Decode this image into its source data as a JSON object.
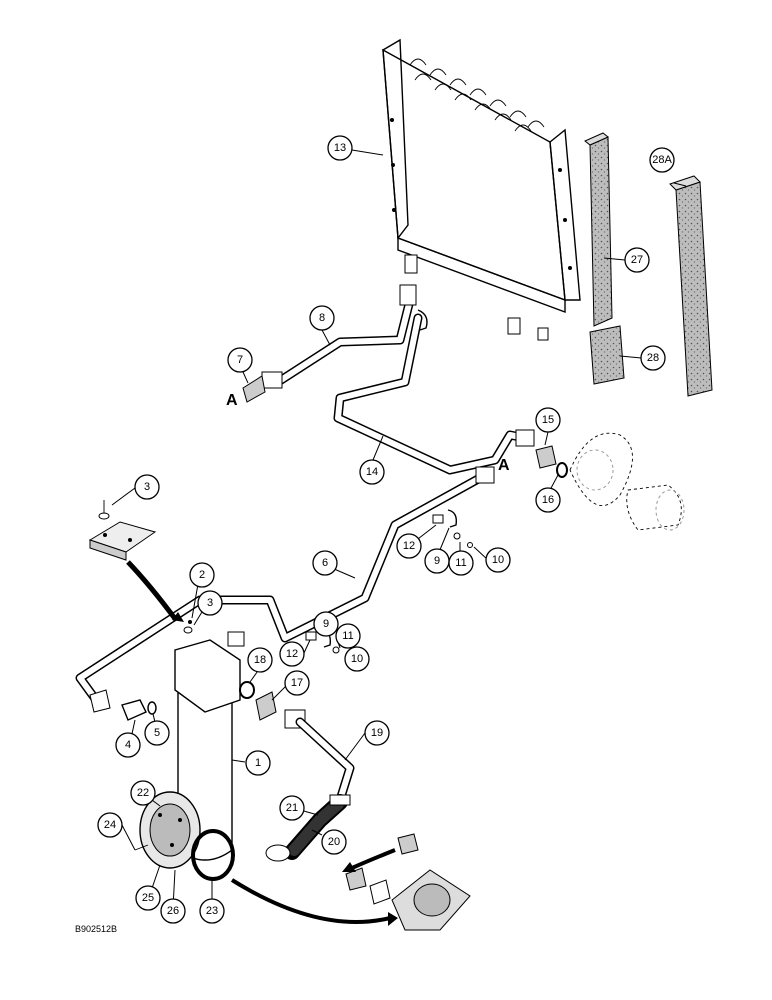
{
  "reference": "B902512B",
  "connection_marker": "A",
  "callouts": [
    "1",
    "2",
    "3",
    "4",
    "5",
    "6",
    "7",
    "8",
    "9",
    "10",
    "11",
    "12",
    "13",
    "14",
    "15",
    "16",
    "17",
    "18",
    "19",
    "20",
    "21",
    "22",
    "23",
    "24",
    "25",
    "26",
    "27",
    "28",
    "28A"
  ],
  "parts": {
    "condenser": "13",
    "filter_canister": "1",
    "tube_8": "8",
    "tube_14": "14",
    "tube_6": "6",
    "hose_19": "19",
    "hose_20": "20",
    "seal_27": "27",
    "seal_28": "28",
    "seal_28A": "28A",
    "cover_22": "22",
    "oring_23": "23"
  }
}
